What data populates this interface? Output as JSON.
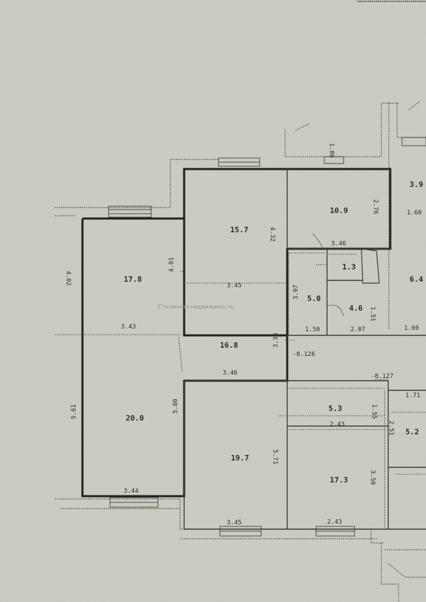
{
  "watermark": "Столичная недвижимость",
  "labels": [
    {
      "id": "dim-top-corridor",
      "text": "1.80"
    },
    {
      "id": "dim-left-height",
      "text": "4.02"
    },
    {
      "id": "area-left-upper",
      "text": "17.8"
    },
    {
      "id": "dim-left-mid-width",
      "text": "3.43"
    },
    {
      "id": "dim-left-lower-height",
      "text": "5.61"
    },
    {
      "id": "area-left-lower",
      "text": "20.0"
    },
    {
      "id": "dim-left-bottom-width",
      "text": "3.44"
    },
    {
      "id": "dim-mid-left-height",
      "text": "4.01"
    },
    {
      "id": "area-mid-upper",
      "text": "15.7"
    },
    {
      "id": "dim-mid-upper-height",
      "text": "4.32"
    },
    {
      "id": "dim-mid-upper-width",
      "text": "3.45"
    },
    {
      "id": "area-hall",
      "text": "16.8"
    },
    {
      "id": "dim-hall-width",
      "text": "3.46"
    },
    {
      "id": "dim-hall-height",
      "text": "3.36"
    },
    {
      "id": "dim-mid-lower-left",
      "text": "5.80"
    },
    {
      "id": "area-mid-lower",
      "text": "19.7"
    },
    {
      "id": "dim-mid-lower-right",
      "text": "5.71"
    },
    {
      "id": "dim-mid-bottom-width",
      "text": "3.45"
    },
    {
      "id": "area-top-right",
      "text": "10.9"
    },
    {
      "id": "dim-top-right-height",
      "text": "2.76"
    },
    {
      "id": "dim-top-right-width",
      "text": "3.46"
    },
    {
      "id": "area-small-1",
      "text": "1.3"
    },
    {
      "id": "dim-small-2-height",
      "text": "3.07"
    },
    {
      "id": "area-small-2",
      "text": "5.0"
    },
    {
      "id": "area-small-3",
      "text": "4.6"
    },
    {
      "id": "dim-small-3-height",
      "text": "1.51"
    },
    {
      "id": "dim-small-3-width",
      "text": "2.07"
    },
    {
      "id": "dim-small-2-width",
      "text": "1.50"
    },
    {
      "id": "marker-1",
      "text": "-8.126"
    },
    {
      "id": "marker-2",
      "text": "-8.127"
    },
    {
      "id": "area-right-1",
      "text": "5.3"
    },
    {
      "id": "dim-right-1-width",
      "text": "2.43"
    },
    {
      "id": "dim-right-1-height",
      "text": "1.55"
    },
    {
      "id": "area-right-2",
      "text": "17.3"
    },
    {
      "id": "dim-right-2-height",
      "text": "3.50"
    },
    {
      "id": "dim-right-2-width",
      "text": "2.43"
    },
    {
      "id": "dim-far-right-1",
      "text": "1.60"
    },
    {
      "id": "area-far-right-1",
      "text": "3.9"
    },
    {
      "id": "area-far-right-2",
      "text": "6.4"
    },
    {
      "id": "dim-far-right-2",
      "text": "1.69"
    },
    {
      "id": "dim-far-right-3",
      "text": "1.71"
    },
    {
      "id": "dim-far-right-4",
      "text": "2.51"
    },
    {
      "id": "area-far-right-3",
      "text": "5.2"
    }
  ]
}
